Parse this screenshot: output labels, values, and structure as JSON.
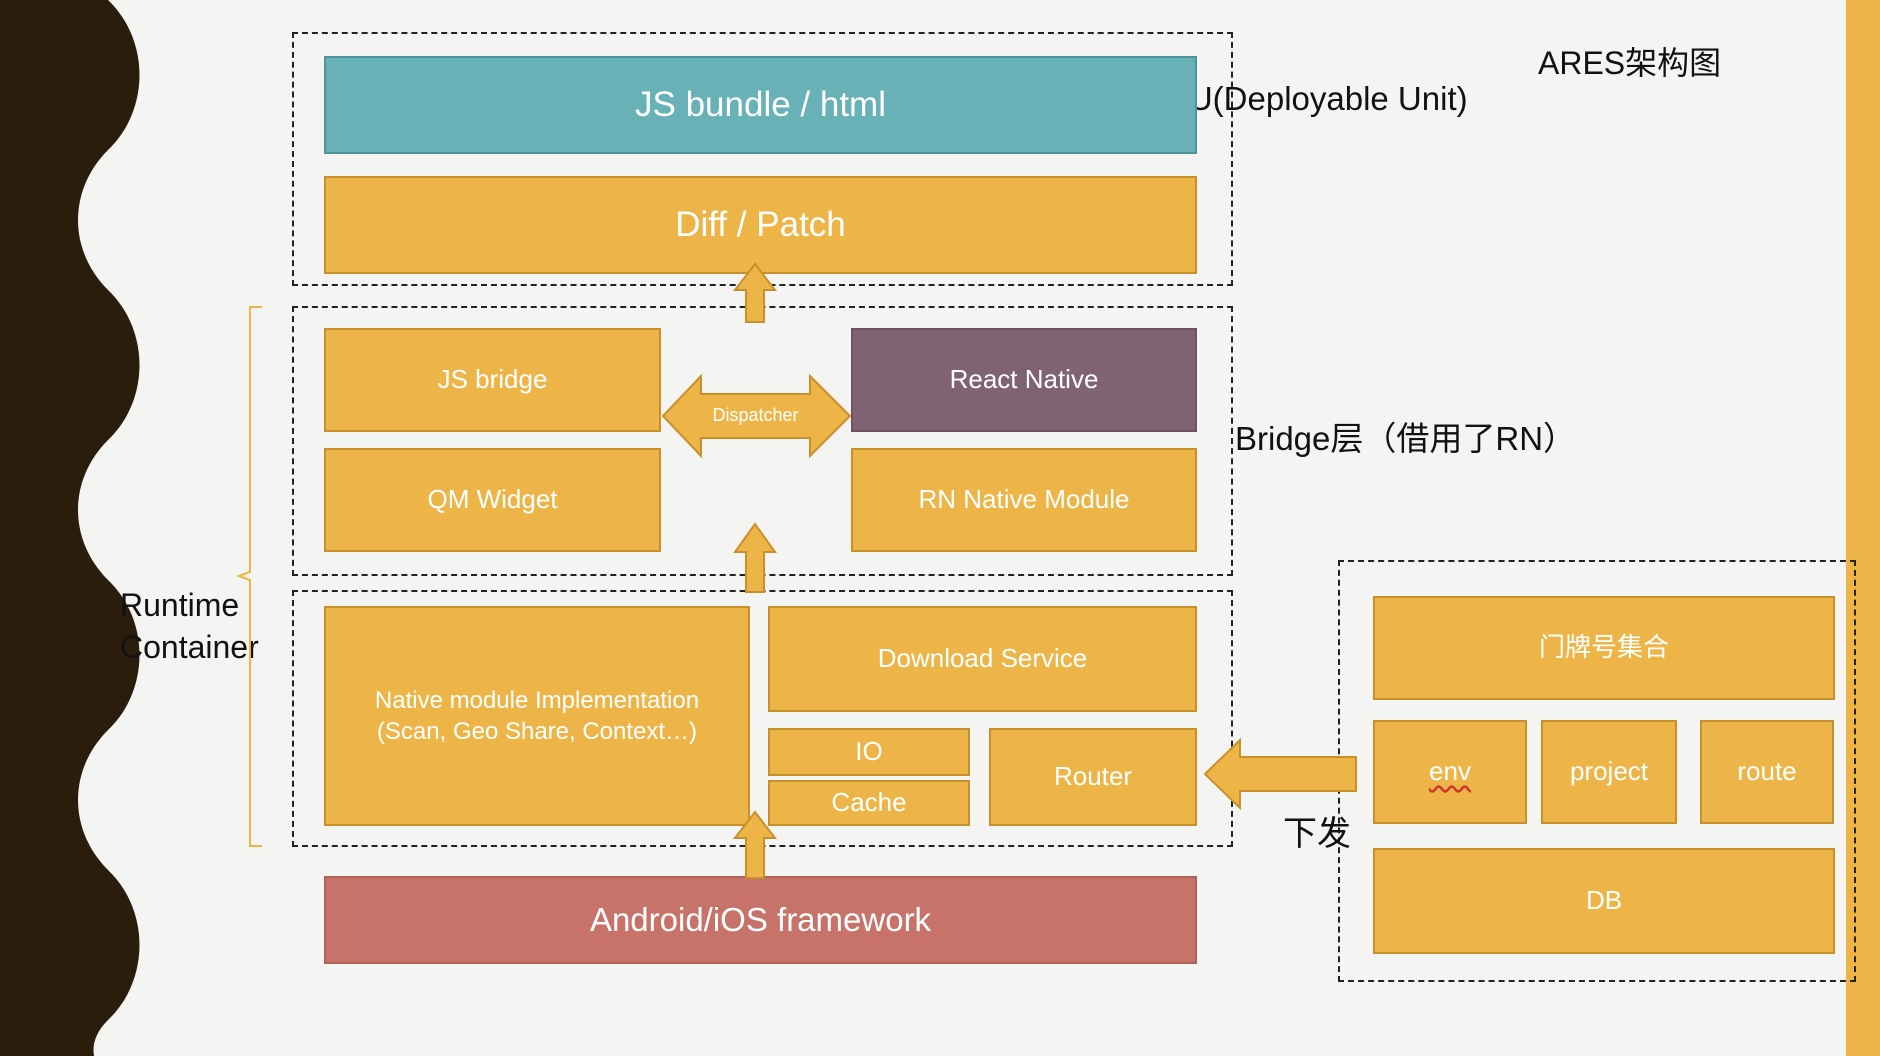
{
  "title": "ARES架构图",
  "du_label": "DU(Deployable Unit)",
  "bridge_label": "Bridge层（借用了RN）",
  "runtime_label": "Runtime Container",
  "deliver_label": "下发",
  "boxes": {
    "js_bundle": "JS bundle / html",
    "diff_patch": "Diff / Patch",
    "js_bridge": "JS bridge",
    "react_native": "React Native",
    "dispatcher": "Dispatcher",
    "qm_widget": "QM Widget",
    "rn_native_module": "RN Native Module",
    "native_module_impl": "Native module Implementation\n(Scan, Geo Share, Context…)",
    "download_service": "Download Service",
    "io": "IO",
    "cache": "Cache",
    "router": "Router",
    "framework": "Android/iOS framework",
    "doorplate_set": "门牌号集合",
    "env": "env",
    "project": "project",
    "route": "route",
    "db": "DB"
  },
  "colors": {
    "gold": "#EDB548",
    "teal": "#68B1B6",
    "purple": "#7F6373",
    "red": "#C8736A",
    "left_band": "#2A1D0C",
    "right_band": "#EDB548"
  }
}
